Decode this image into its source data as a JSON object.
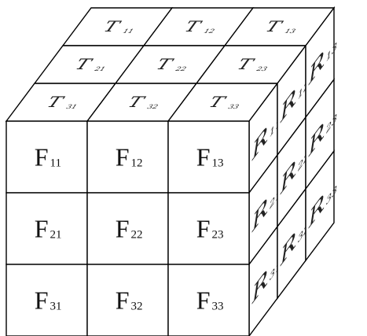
{
  "front": [
    [
      {
        "letter": "F",
        "sub": "11"
      },
      {
        "letter": "F",
        "sub": "12"
      },
      {
        "letter": "F",
        "sub": "13"
      }
    ],
    [
      {
        "letter": "F",
        "sub": "21"
      },
      {
        "letter": "F",
        "sub": "22"
      },
      {
        "letter": "F",
        "sub": "23"
      }
    ],
    [
      {
        "letter": "F",
        "sub": "31"
      },
      {
        "letter": "F",
        "sub": "32"
      },
      {
        "letter": "F",
        "sub": "33"
      }
    ]
  ],
  "top": [
    [
      {
        "letter": "T",
        "sub": "11"
      },
      {
        "letter": "T",
        "sub": "12"
      },
      {
        "letter": "T",
        "sub": "13"
      }
    ],
    [
      {
        "letter": "T",
        "sub": "21"
      },
      {
        "letter": "T",
        "sub": "22"
      },
      {
        "letter": "T",
        "sub": "23"
      }
    ],
    [
      {
        "letter": "T",
        "sub": "31"
      },
      {
        "letter": "T",
        "sub": "32"
      },
      {
        "letter": "T",
        "sub": "33"
      }
    ]
  ],
  "right": [
    [
      {
        "letter": "R",
        "sub": "11"
      },
      {
        "letter": "R",
        "sub": "12"
      },
      {
        "letter": "R",
        "sub": "13"
      }
    ],
    [
      {
        "letter": "R",
        "sub": "21"
      },
      {
        "letter": "R",
        "sub": "22"
      },
      {
        "letter": "R",
        "sub": "23"
      }
    ],
    [
      {
        "letter": "R",
        "sub": "31"
      },
      {
        "letter": "R",
        "sub": "32"
      },
      {
        "letter": "R",
        "sub": "33"
      }
    ]
  ],
  "colors": {
    "line": "#000000",
    "background": "#ffffff",
    "text": "#111111"
  }
}
